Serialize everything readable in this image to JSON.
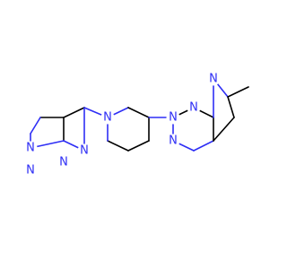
{
  "colors": {
    "background": "#ffffff",
    "carbon_bond": "#000000",
    "nitrogen": "#2e2ef5"
  },
  "atom_labels": {
    "n1": "N",
    "n2": "N",
    "n3": "N",
    "n4": "N",
    "n5": "N",
    "n6": "N",
    "n7": "N",
    "n8": "N",
    "n9": "N"
  }
}
